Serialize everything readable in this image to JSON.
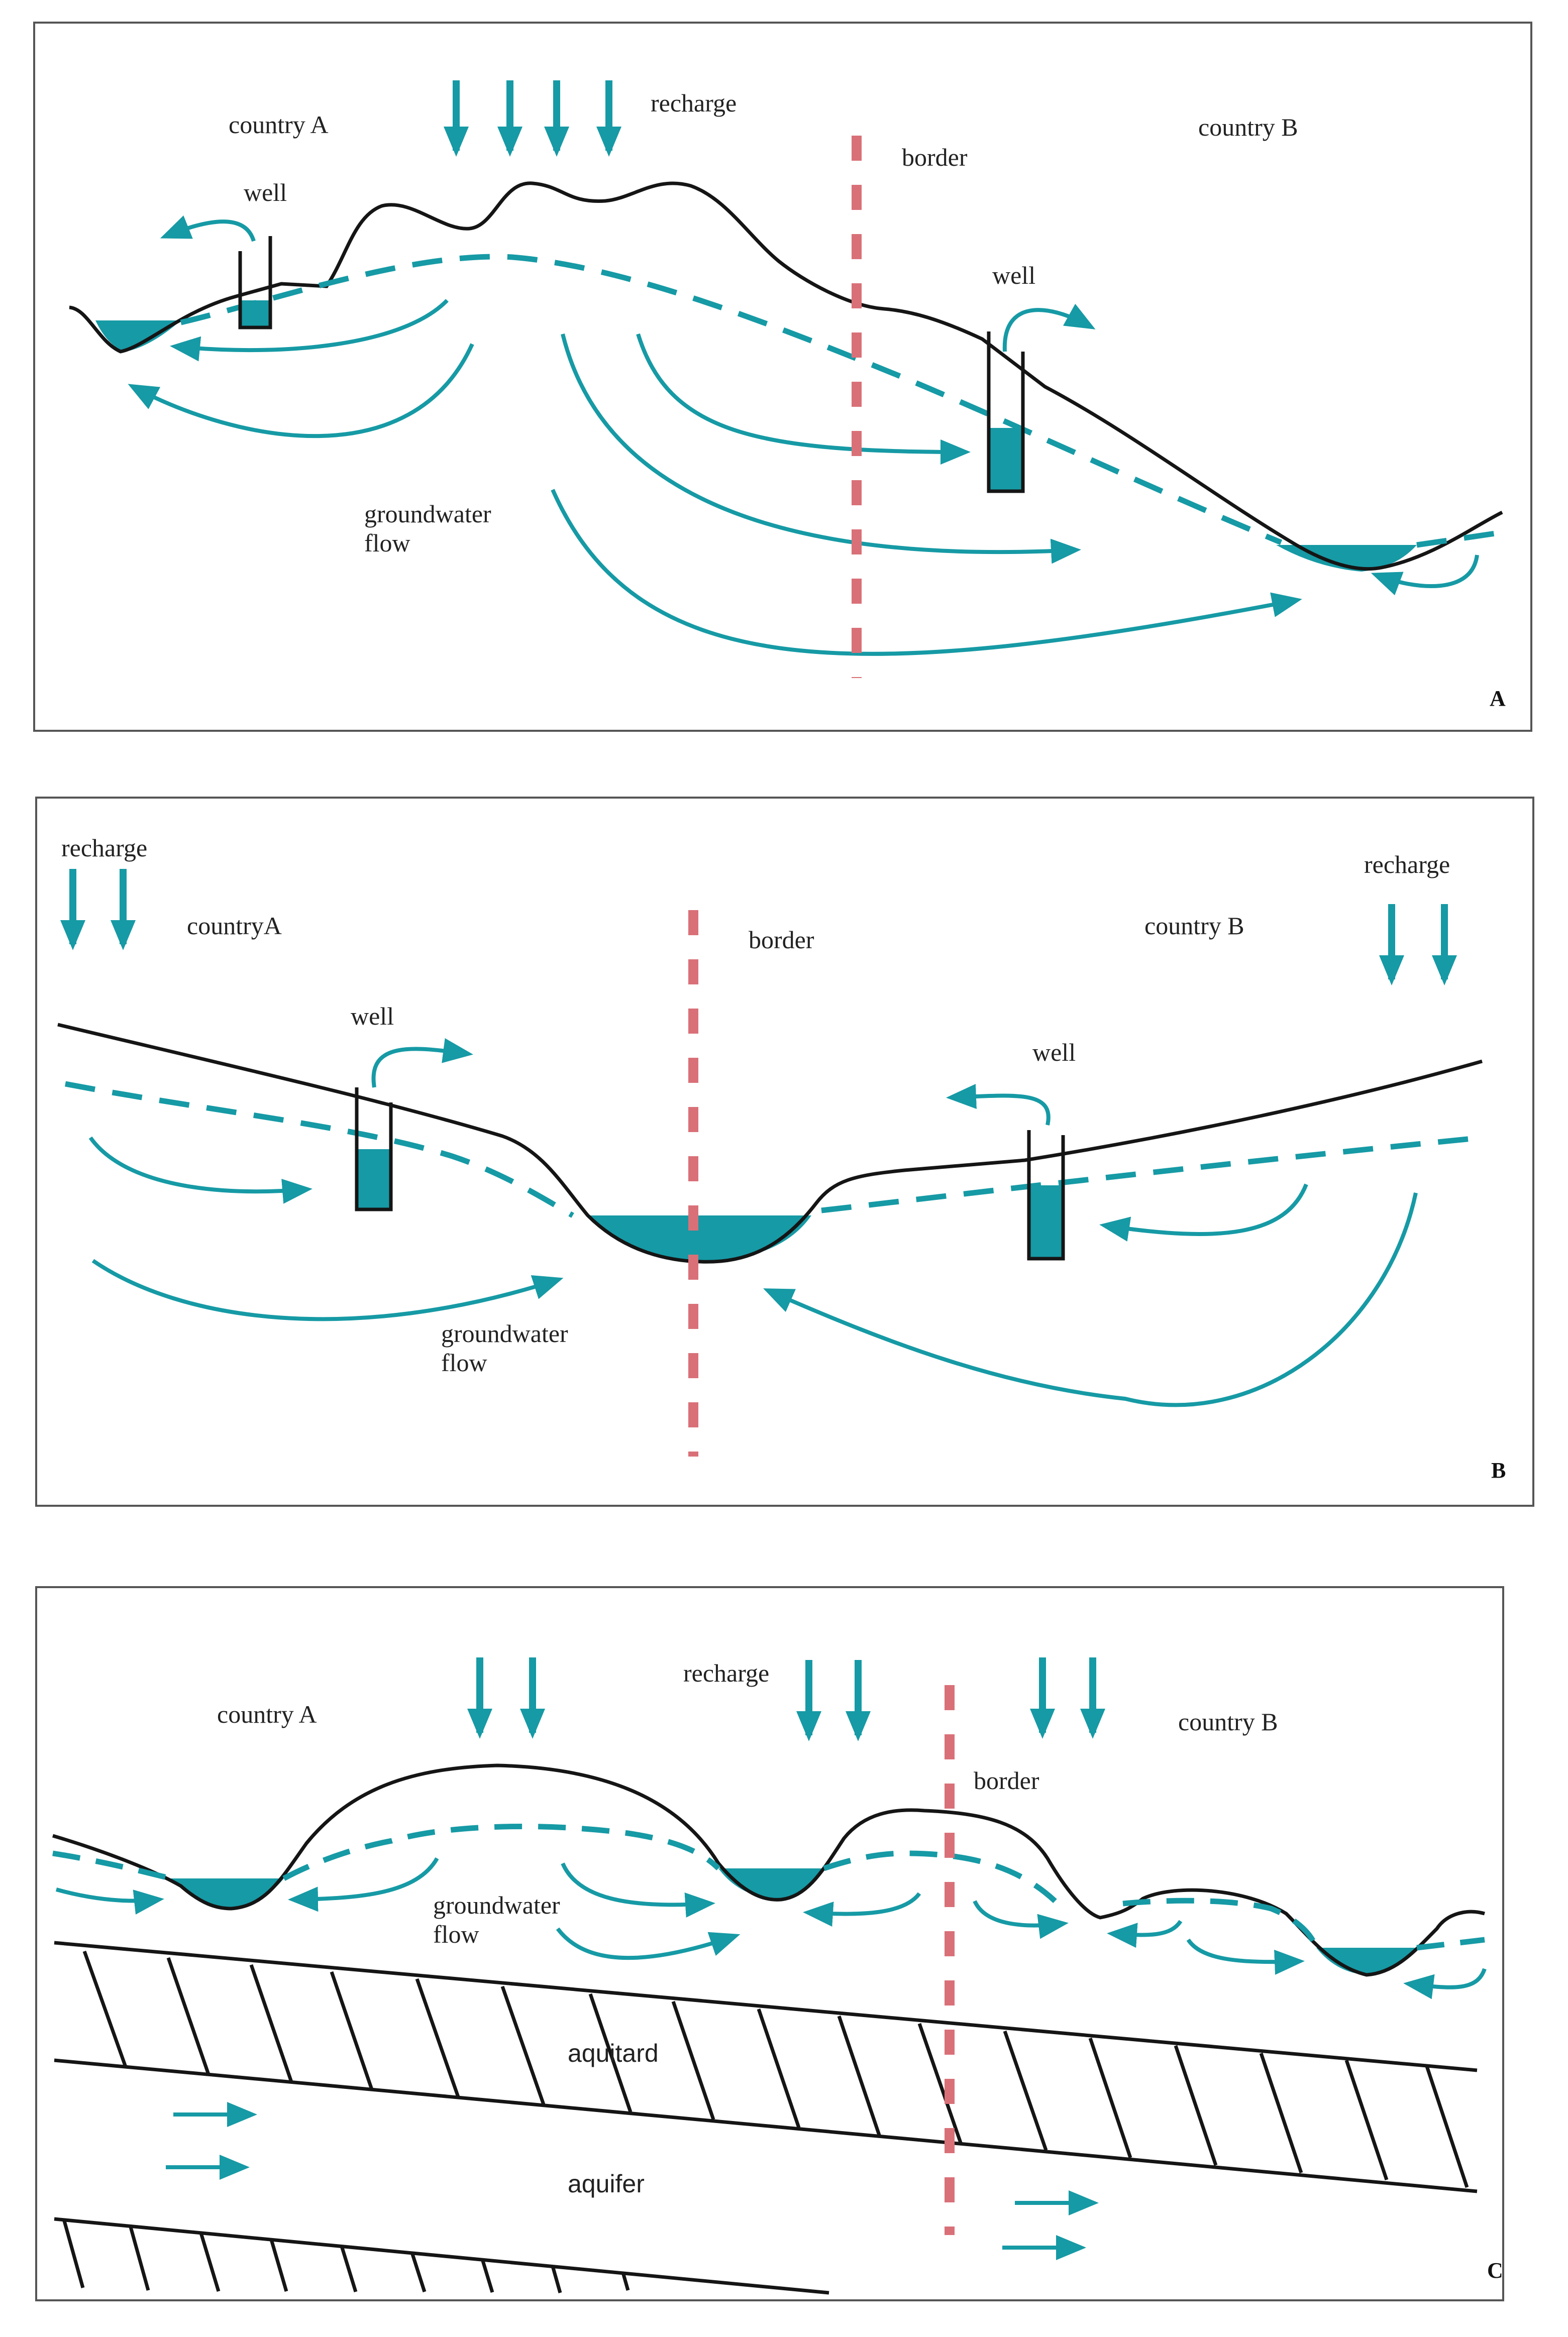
{
  "colors": {
    "water": "#169aa5",
    "border": "#d97078",
    "ground": "#151515",
    "frame": "#555555"
  },
  "panels": {
    "A": {
      "letter": "A",
      "country_a": "country A",
      "country_b": "country B",
      "recharge": "recharge",
      "border": "border",
      "well_left": "well",
      "well_right": "well",
      "flow_line1": "groundwater",
      "flow_line2": "flow"
    },
    "B": {
      "letter": "B",
      "recharge_left": "recharge",
      "recharge_right": "recharge",
      "country_a": "countryA",
      "country_b": "country B",
      "border": "border",
      "well_left": "well",
      "well_right": "well",
      "flow_line1": "groundwater",
      "flow_line2": "flow"
    },
    "C": {
      "letter": "C",
      "country_a": "country A",
      "country_b": "country B",
      "recharge": "recharge",
      "border": "border",
      "flow_line1": "groundwater",
      "flow_line2": "flow",
      "aquitard": "aquitard",
      "aquifer": "aquifer"
    }
  }
}
